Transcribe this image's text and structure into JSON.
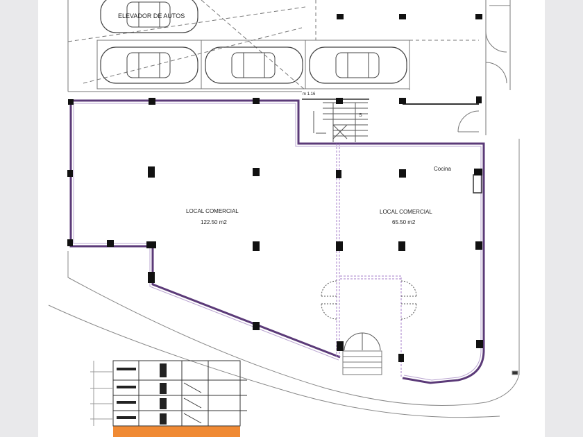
{
  "plan": {
    "car_elevator_label": "ELEVADOR DE AUTOS",
    "ramp_label": "m 1.16",
    "stair_mark": "S",
    "kitchen_label": "Cocina",
    "local_1": {
      "label": "LOCAL COMERCIAL",
      "area": "122.50 m2"
    },
    "local_2": {
      "label": "LOCAL COMERCIAL",
      "area": "65.50 m2"
    }
  },
  "colors": {
    "viewer_background": "#e9e9eb",
    "sheet": "#ffffff",
    "wall": "#5b3a78",
    "column": "#111111",
    "line": "#555555",
    "section_fill": "#f08a34"
  }
}
